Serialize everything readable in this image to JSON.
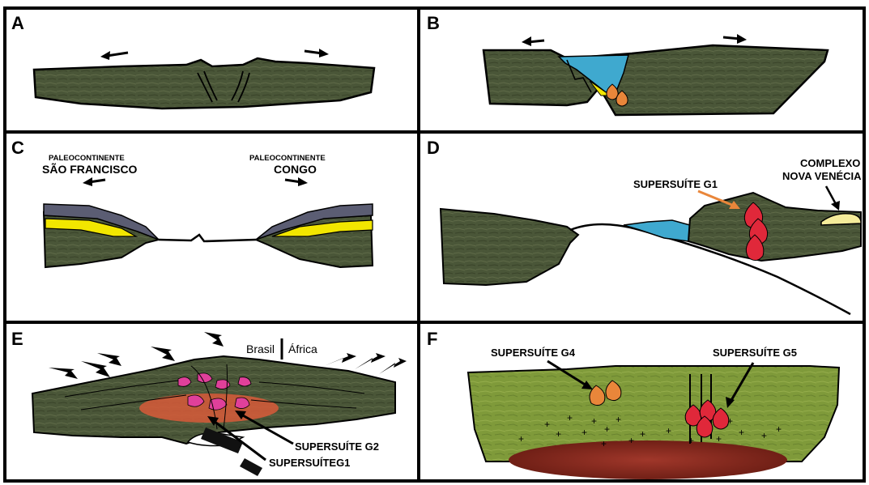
{
  "panels": {
    "a": {
      "label": "A"
    },
    "b": {
      "label": "B"
    },
    "c": {
      "label": "C",
      "left_top": "PALEOCONTINENTE",
      "left_bottom": "SÃO FRANCISCO",
      "right_top": "PALEOCONTINENTE",
      "right_bottom": "CONGO"
    },
    "d": {
      "label": "D",
      "supersuite": "SUPERSUÍTE G1",
      "complex_line1": "COMPLEXO",
      "complex_line2": "NOVA VENÉCIA"
    },
    "e": {
      "label": "E",
      "brasil": "Brasil",
      "africa": "África",
      "g2": "SUPERSUÍTE G2",
      "g1": "SUPERSUÍTEG1"
    },
    "f": {
      "label": "F",
      "g4": "SUPERSUÍTE G4",
      "g5": "SUPERSUÍTE G5"
    }
  },
  "colors": {
    "rock": "#4a5638",
    "rock_light": "#5f6a48",
    "water": "#3fa9cf",
    "yellow": "#f2e600",
    "slate": "#5b5d73",
    "pale_yellow": "#f5ec9a",
    "orange": "#e9863a",
    "red": "#e0283a",
    "pink": "#e0409a",
    "melt": "#8b2a1e",
    "f_rock": "#7f9a3a"
  }
}
